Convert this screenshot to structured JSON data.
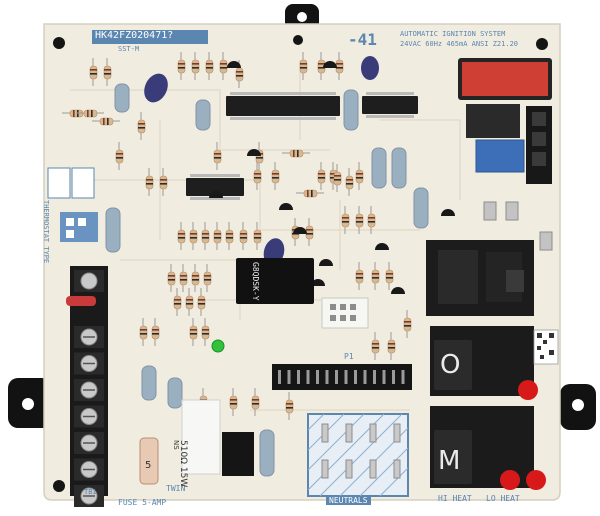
{
  "board": {
    "part_number": "HK42FZ020471?",
    "revision": "-41",
    "system_title": "AUTOMATIC IGNITION SYSTEM",
    "rating": "24VAC 60Hz 465mA ANSI Z21.20",
    "code_label": "SST-M",
    "thermostat_label": "THERMOSTAT TYPE",
    "switch_label": "TWIN",
    "p1_label": "P1",
    "neutrals_label": "NEUTRALS",
    "fuse_label": "FUSE 5-AMP",
    "fuse_value": "5",
    "hi_heat_label": "HI HEAT",
    "lo_heat_label": "LO HEAT",
    "tb1_label": "TB1"
  },
  "components": {
    "resistor_ceramic": "510Ω 15W",
    "resistor_ceramic_tol": "NS",
    "relay_upper": "G8QDSK-Y",
    "relay_big_letter_o": "O",
    "relay_big_letter_m": "M",
    "heat_led": "green"
  },
  "colors": {
    "board": "#f1ece0",
    "silkscreen": "#5a86b0",
    "relay_black": "#1c1c1c",
    "relay_blue": "#3c6fb8",
    "button_red": "#d8191a",
    "led_green": "#2fc23a"
  }
}
